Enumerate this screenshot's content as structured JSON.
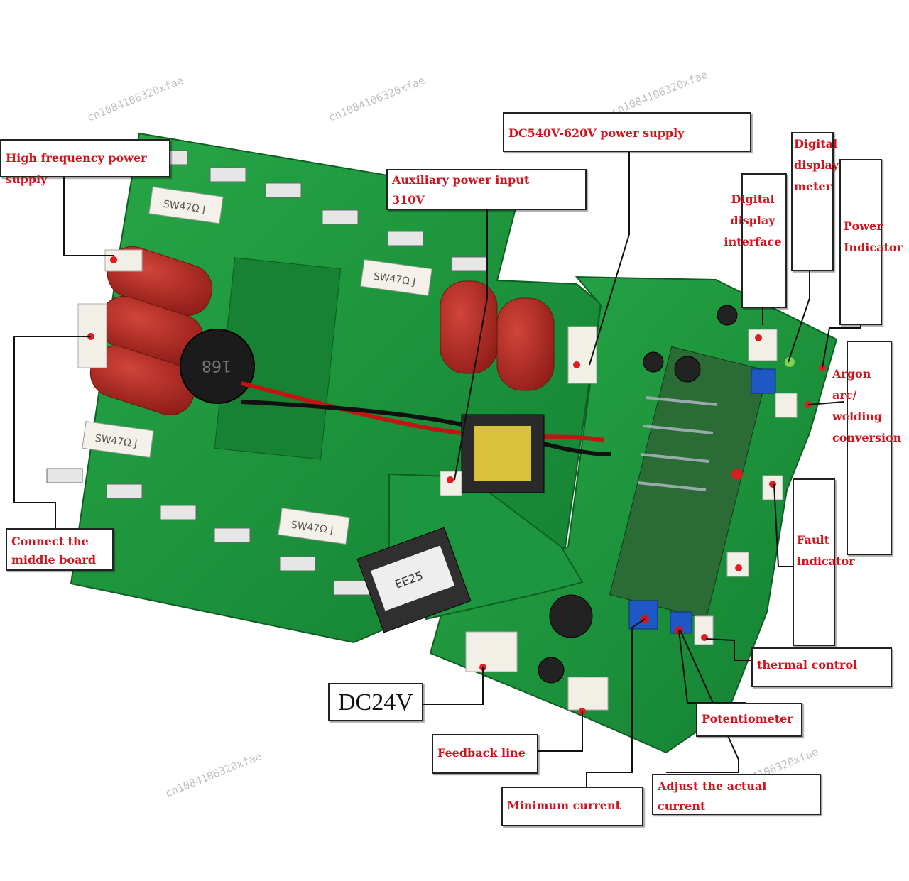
{
  "labels": {
    "high_frequency": "High frequency power supply",
    "connect_middle": [
      "Connect the",
      "middle board"
    ],
    "aux_power": [
      "Auxiliary power input",
      "310V"
    ],
    "dc540": "DC540V-620V power supply",
    "digital_interface": [
      "Digital",
      "display",
      "interface"
    ],
    "digital_meter": [
      "Digital",
      "display",
      "meter"
    ],
    "power_indicator": [
      "Power",
      "Indicator"
    ],
    "argon": [
      "Argon",
      "arc/",
      "welding",
      "conversion"
    ],
    "fault": [
      "Fault",
      "indicator"
    ],
    "thermal": "thermal control",
    "potentiometer": "Potentiometer",
    "dc24": "DC24V",
    "feedback": "Feedback line",
    "minimum": "Minimum current",
    "adjust": [
      "Adjust the actual",
      "current"
    ]
  },
  "board_markings": {
    "resistor": "SW47Ω J",
    "coil": "168",
    "transformer": "EE25"
  },
  "watermark": "cn1084106320xfae",
  "colors": {
    "pcb": "#1f9a3c",
    "pcb_dark": "#137a2c",
    "capacitor": "#b32a22",
    "label_text": "#d0141e",
    "border": "#222222"
  }
}
